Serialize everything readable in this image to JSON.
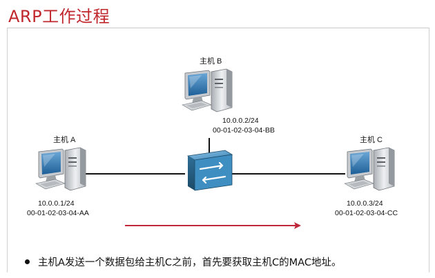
{
  "title": "ARP工作过程",
  "hosts": [
    {
      "name": "主机 A",
      "ip": "10.0.0.1/24",
      "mac": "00-01-02-03-04-AA"
    },
    {
      "name": "主机 B",
      "ip": "10.0.0.2/24",
      "mac": "00-01-02-03-04-BB"
    },
    {
      "name": "主机 C",
      "ip": "10.0.0.3/24",
      "mac": "00-01-02-03-04-CC"
    }
  ],
  "bullet": "主机A发送一个数据包给主机C之前，首先要获取主机C的MAC地址。",
  "colors": {
    "title": "#c0272d",
    "arrow": "#c0273a",
    "link": "#111111",
    "switch": "#2f6f97"
  }
}
